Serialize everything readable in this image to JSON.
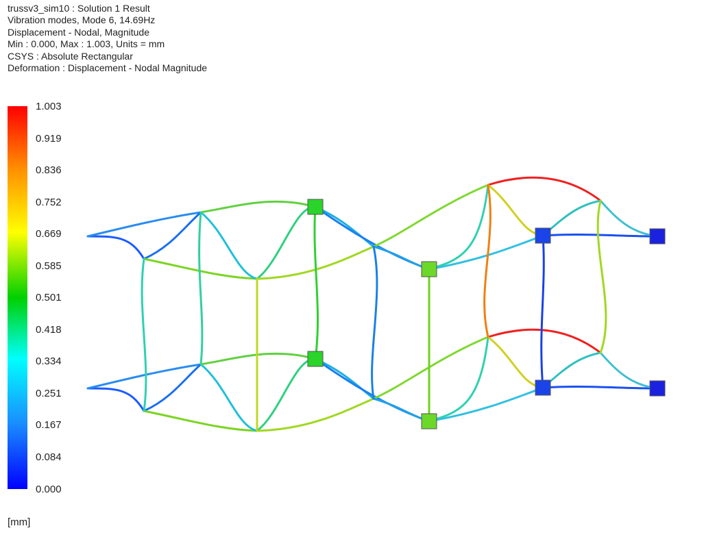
{
  "header": {
    "lines": [
      "trussv3_sim10 : Solution 1 Result",
      "Vibration modes, Mode 6, 14.69Hz",
      "Displacement - Nodal, Magnitude",
      "Min : 0.000, Max : 1.003, Units = mm",
      "CSYS : Absolute Rectangular",
      "Deformation : Displacement - Nodal Magnitude"
    ]
  },
  "legend": {
    "ticks": [
      "1.003",
      "0.919",
      "0.836",
      "0.752",
      "0.669",
      "0.585",
      "0.501",
      "0.418",
      "0.334",
      "0.251",
      "0.167",
      "0.084",
      "0.000"
    ],
    "units": "[mm]",
    "colors": {
      "max": "#ff0000",
      "upper": "#ff8c00",
      "mid_upper": "#ffff00",
      "mid": "#00d000",
      "mid_lower": "#00ffff",
      "lower": "#1a8cff",
      "min": "#0000ff"
    }
  }
}
